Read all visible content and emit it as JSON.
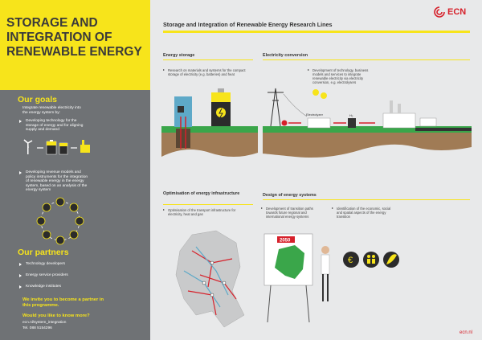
{
  "sidebar": {
    "title": "STORAGE AND INTEGRATION OF RENEWABLE ENERGY",
    "goals_title": "Our goals",
    "goals_intro": "Integrate renewable electricity into the energy system by:",
    "goal_items": [
      "Developing technology for the storage of energy and for aligning supply and demand",
      "Developing revenue models and policy instruments for the integration of renewable energy in the energy system, based on an analysis of the energy system"
    ],
    "partners_title": "Our partners",
    "partners": [
      "Technology developers",
      "Energy service providers",
      "Knowledge institutes"
    ],
    "invite": "We invite you to become a partner in this programme.",
    "more_q": "Would you like to know more?",
    "email": "ecn.nl/system_integration",
    "tel": "Tel. 088 5154296"
  },
  "logo": {
    "text": "ECN"
  },
  "main": {
    "title": "Storage and Integration of Renewable Energy Research Lines",
    "footer": "ecn.nl"
  },
  "panels": {
    "storage": {
      "title": "Energy storage",
      "desc": "Research on materials and systems for the compact storage of electricity (e.g. batteries) and heat"
    },
    "conversion": {
      "title": "Electricity conversion",
      "desc": "Development of technology, business models and services to integrate renewable electricity via electricity conversion, e.g. electrolysers",
      "electrolyser_label": "Electrolyzer",
      "h2_label": "H₂"
    },
    "infrastructure": {
      "title": "Optimisation of energy infrastructure",
      "desc": "Optimisation of the transport infrastructure for electricity, heat and gas"
    },
    "design": {
      "title": "Design of energy systems",
      "desc1": "Development of transition paths towards future regional and international energy systems",
      "desc2": "Identification of the economic, social and spatial aspects of the energy transition",
      "year": "2050"
    }
  },
  "colors": {
    "yellow": "#f7e41b",
    "grey": "#6f7275",
    "red": "#d6202a",
    "green": "#3aa64a",
    "brown": "#a07b55"
  }
}
